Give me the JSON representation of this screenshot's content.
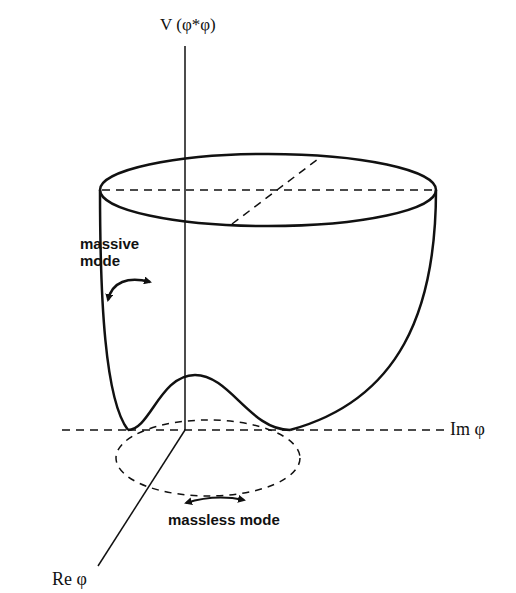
{
  "diagram": {
    "labels": [
      "V (φ*φ)",
      "massive mode",
      "massless mode",
      "Im φ",
      "Re φ"
    ]
  }
}
